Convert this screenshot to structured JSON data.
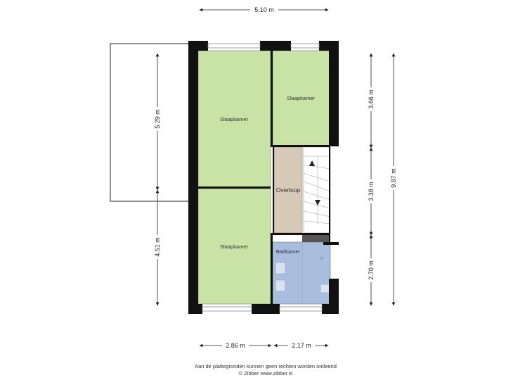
{
  "rooms": {
    "bedroom_top_left": "Slaapkamer",
    "bedroom_top_right": "Slaapkamer",
    "landing": "Overloop",
    "bedroom_bottom_left": "Slaapkamer",
    "bathroom": "Badkamer"
  },
  "dimensions": {
    "top_width": "5.10 m",
    "left_upper": "5.29 m",
    "left_lower": "4.51 m",
    "right_top": "3.66 m",
    "right_middle": "3.38 m",
    "right_bottom": "2.70 m",
    "right_total": "9.87 m",
    "bottom_left": "2.86 m",
    "bottom_right": "2.17 m"
  },
  "footer": {
    "disclaimer": "Aan de plattegronden kunnen geen rechten worden ontleend",
    "copyright": "© Zibber www.zibber.nl"
  },
  "colors": {
    "bedroom": "#c9e3a6",
    "landing": "#d6c9b6",
    "bathroom": "#a9bddf",
    "wall": "#111111"
  }
}
